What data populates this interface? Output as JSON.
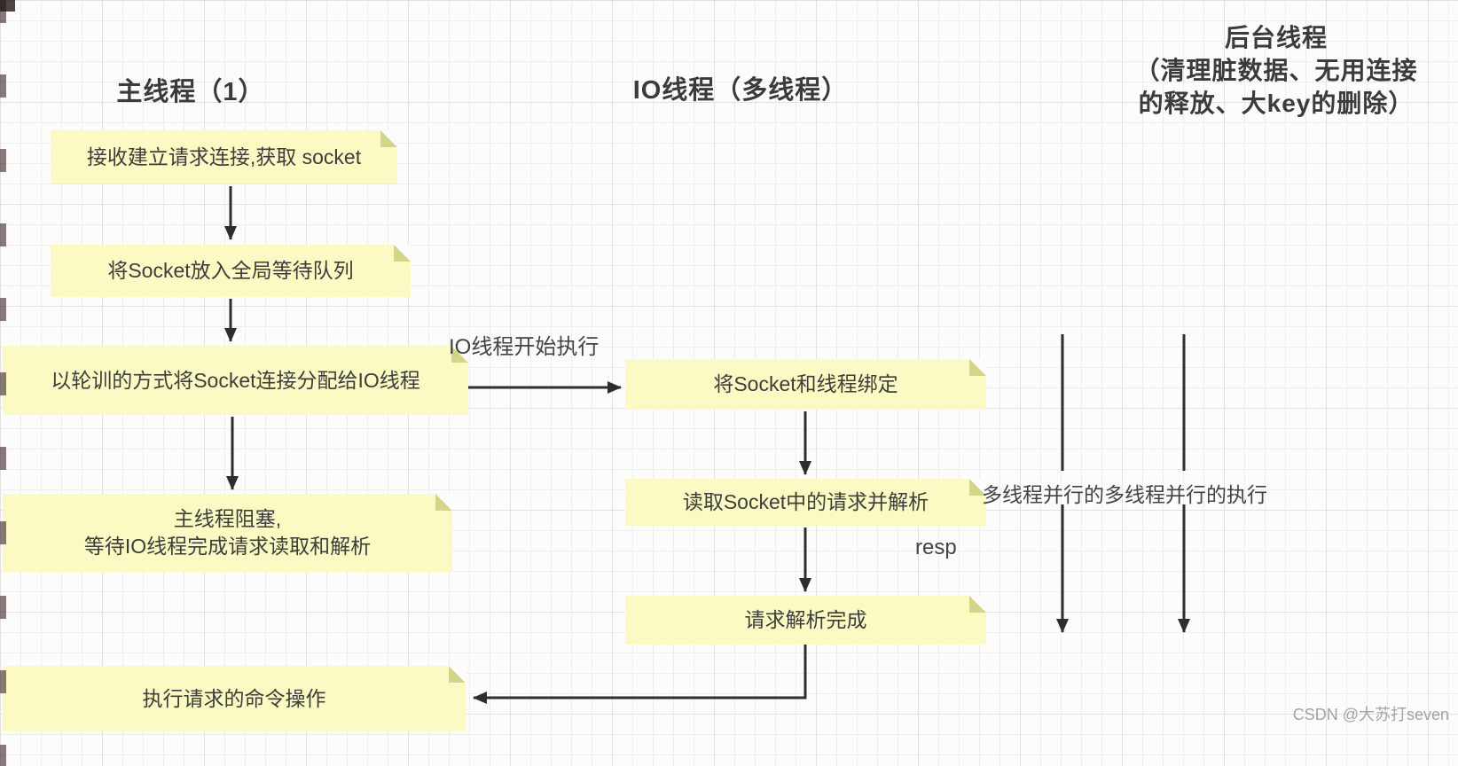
{
  "headers": {
    "main_thread": "主线程（1）",
    "io_thread": "IO线程（多线程）",
    "background_thread_lines": [
      "后台线程",
      "（清理脏数据、无用连接",
      "的释放、大key的删除）"
    ]
  },
  "boxes": {
    "main": [
      {
        "id": "receive-connection",
        "text": "接收建立请求连接,获取 socket"
      },
      {
        "id": "enqueue-socket",
        "text": "将Socket放入全局等待队列"
      },
      {
        "id": "assign-socket",
        "text": "以轮训的方式将Socket连接分配给IO线程"
      },
      {
        "id": "main-blocked",
        "text": "主线程阻塞,\n等待IO线程完成请求读取和解析"
      },
      {
        "id": "execute-command",
        "text": "执行请求的命令操作"
      }
    ],
    "io": [
      {
        "id": "bind-socket",
        "text": "将Socket和线程绑定"
      },
      {
        "id": "read-parse",
        "text": "读取Socket中的请求并解析"
      },
      {
        "id": "parse-done",
        "text": "请求解析完成"
      }
    ]
  },
  "labels": {
    "io_start": "IO线程开始执行",
    "resp": "resp",
    "parallel": "多线程并行的多线程并行的执行"
  },
  "watermark": "CSDN @大苏打seven",
  "colors": {
    "note_fill": "#fafac2",
    "note_fold": "#d4d687",
    "arrow": "#2e2e2e",
    "text": "#3d3d3d",
    "grid_minor": "#ededed",
    "grid_major": "#e1e1e1",
    "background": "#fcfcfc",
    "watermark": "#a3a3a3"
  }
}
